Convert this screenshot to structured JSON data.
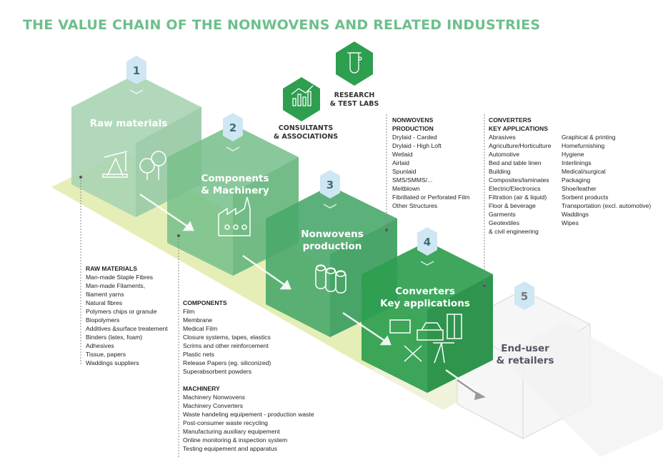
{
  "title": "THE VALUE CHAIN OF THE NONWOVENS AND RELATED INDUSTRIES",
  "stages": [
    {
      "number": "1",
      "label": "Raw materials"
    },
    {
      "number": "2",
      "label": "Components\n& Machinery"
    },
    {
      "number": "3",
      "label": "Nonwovens\nproduction"
    },
    {
      "number": "4",
      "label": "Converters\nKey applications"
    },
    {
      "number": "5",
      "label": "End-user\n& retailers"
    }
  ],
  "support": {
    "consultants": "CONSULTANTS\n& ASSOCIATIONS",
    "research": "RESEARCH\n& TEST LABS"
  },
  "raw_materials": {
    "heading": "RAW MATERIALS",
    "items": [
      "Man-made Staple Fibres",
      "Man-made Filaments,",
      "filament yarns",
      "Natural fibres",
      "Polymers chips or granule",
      "Biopolymers",
      "Additives &surface treatement",
      "Binders (latex, foam)",
      "Adhesives",
      "Tissue, papers",
      "Waddings suppliers"
    ]
  },
  "components": {
    "heading": "COMPONENTS",
    "items": [
      "Film",
      "Membrane",
      "Medical Film",
      "Closure systems, tapes, elastics",
      "Scrims and other reinforcement",
      "Plastic nets",
      "Release Papers (eg. siliconized)",
      "Superabsorbent powders"
    ]
  },
  "machinery": {
    "heading": "MACHINERY",
    "items": [
      "Machinery Nonwovens",
      "Machinery Converters",
      "Waste handeling equipement - production waste",
      "Post-consumer waste recycling",
      "Manufacturing auxiliary equipement",
      "Online monitoring & inspection system",
      "Testing equipement and apparatus"
    ]
  },
  "nonwovens_production": {
    "heading": "NONWOVENS\nPRODUCTION",
    "items": [
      "Drylaid - Carded",
      "Drylaid - High Loft",
      "Wetlaid",
      "Airlaid",
      "Spunlaid",
      "SMS/SMMS/...",
      "Meltblown",
      "Fibrillated or Perforated Film",
      "Other Structures"
    ]
  },
  "converters": {
    "heading": "CONVERTERS\nKEY APPLICATIONS",
    "col1": [
      "Abrasives",
      "Agriculture/Horticulture",
      "Automotive",
      "Bed and table linen",
      "Building",
      "Composites/laminates",
      "Electric/Electronics",
      "Filtration (air & liquid)",
      "Floor & beverage",
      "Garments",
      "Geotextiles",
      "& civil engineering"
    ],
    "col2": [
      "Graphical & printing",
      "Homefurnishing",
      "Hygiene",
      "Interlinings",
      "Medical/surgical",
      "Packaging",
      "Shoe/leather",
      "Sorbent products",
      "Transportation (excl. automotive)",
      "Waddings",
      "Wipes"
    ]
  },
  "colors": {
    "title": "#6dbf8c",
    "stage1": "#a9d4b4",
    "stage2": "#79c08c",
    "stage3": "#4aa86c",
    "stage4": "#2e9e4f",
    "band": "#dfeaa4",
    "badge": "#cfe6f3"
  }
}
